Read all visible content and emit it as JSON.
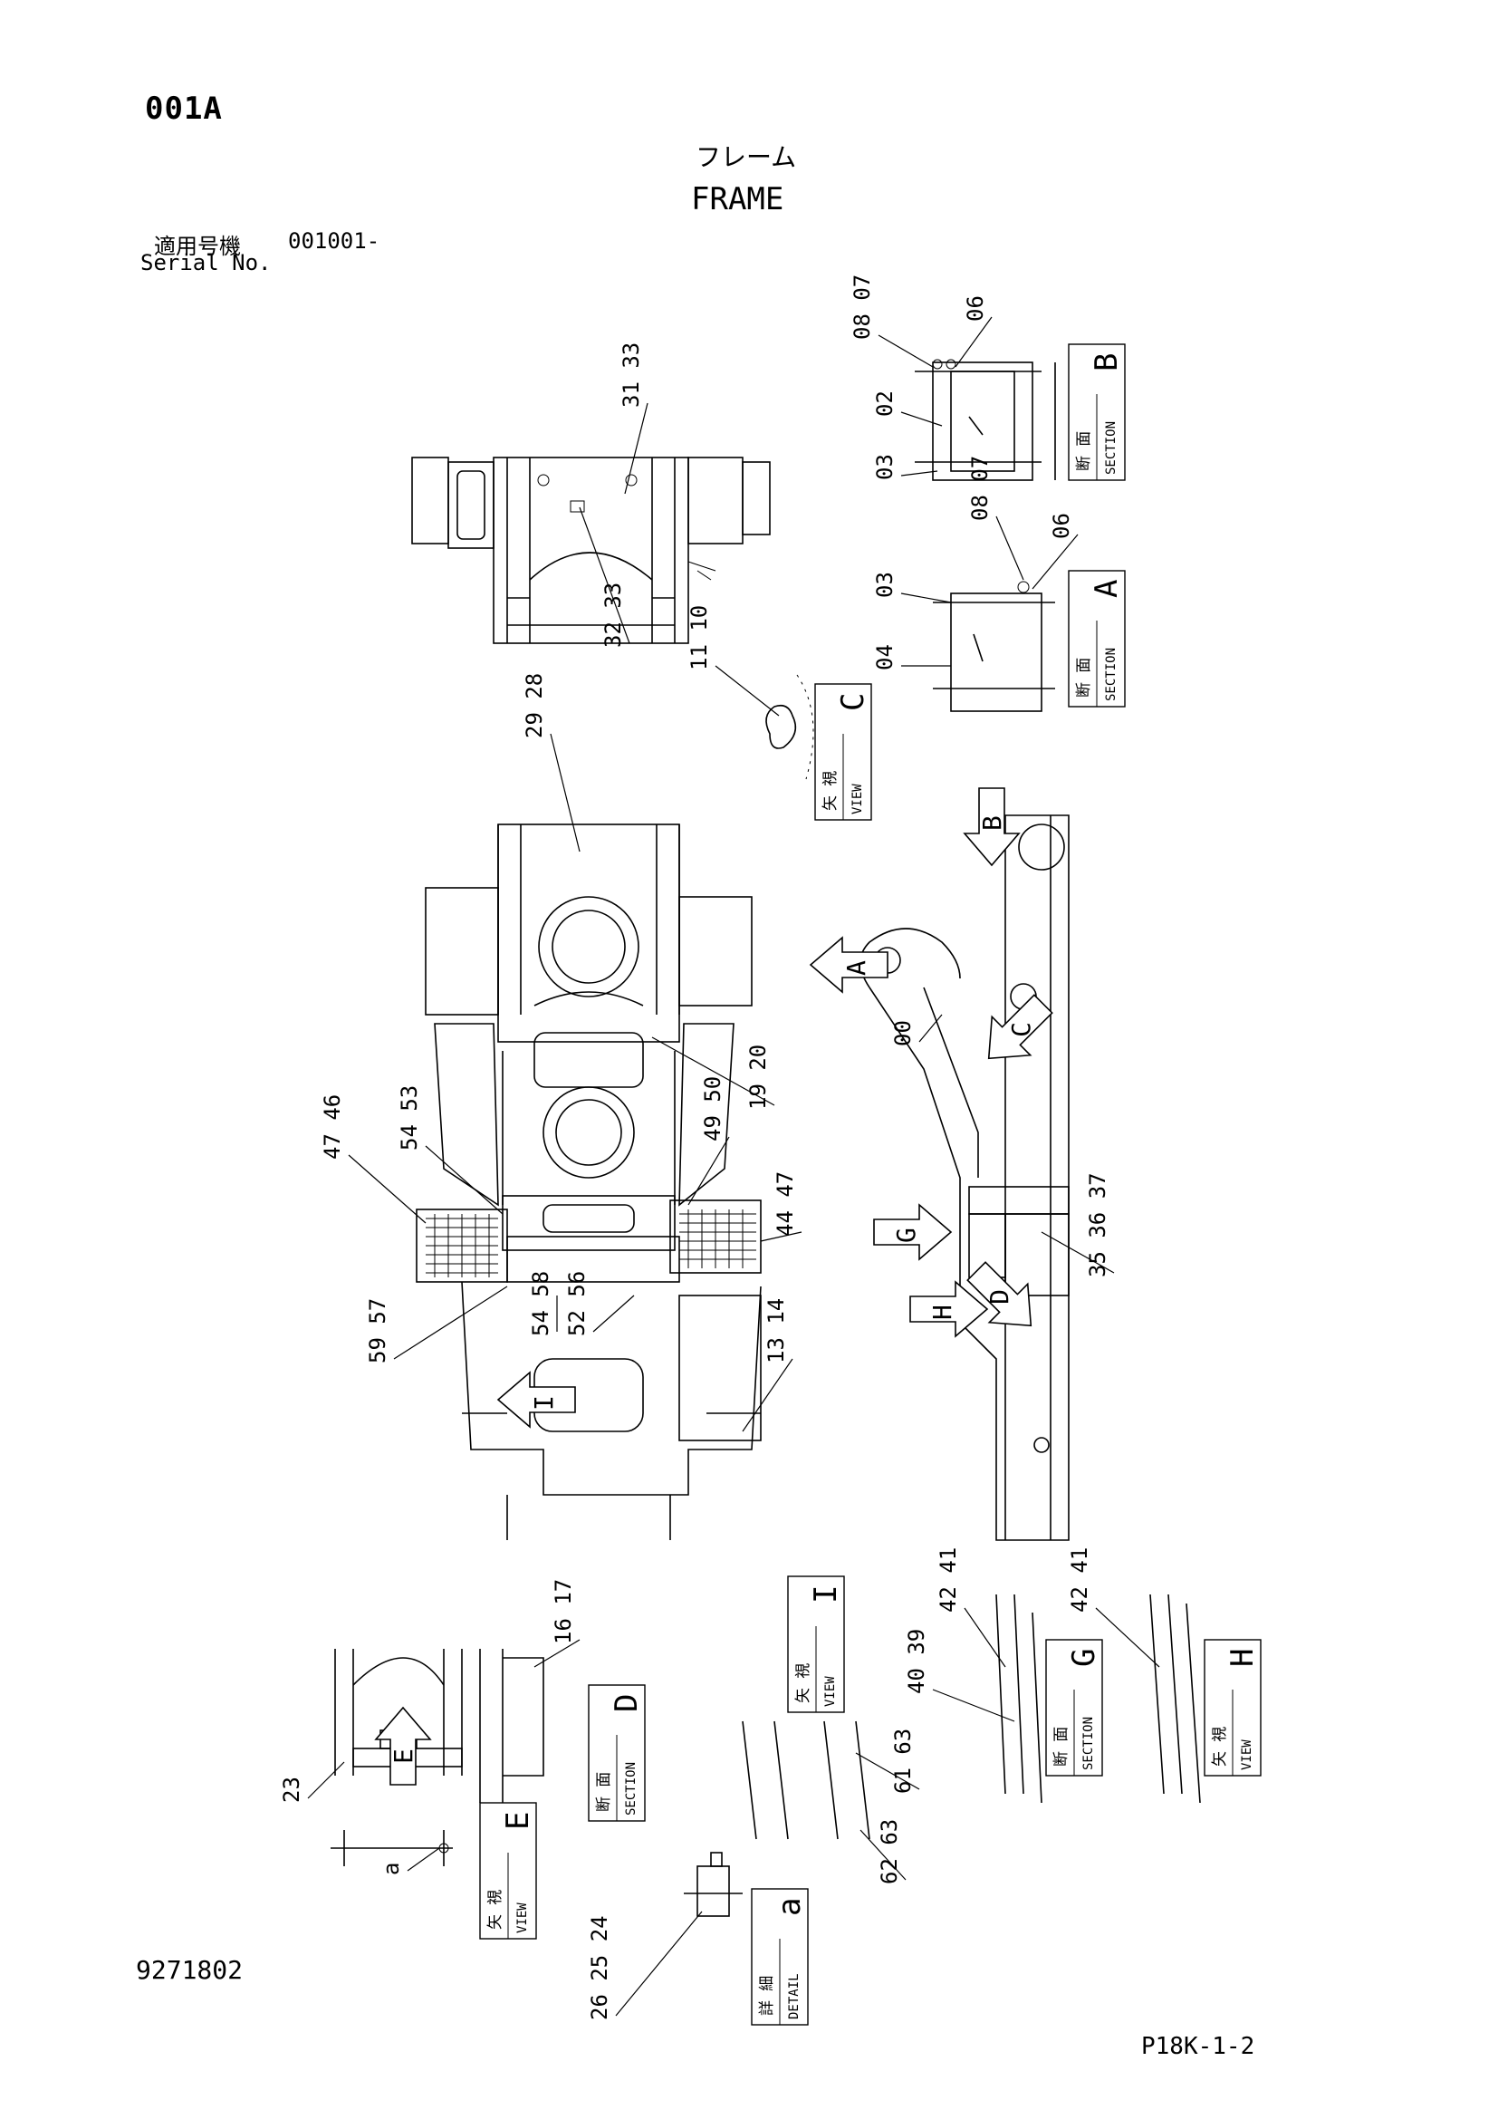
{
  "header": {
    "page_code": "001A",
    "title_jp": "フレーム",
    "title_en": "FRAME",
    "serial_label_jp": "適用号機",
    "serial_label_en": "Serial No.",
    "serial_value": "001001-"
  },
  "footer": {
    "document_number": "9271802",
    "page_reference": "P18K-1-2"
  },
  "view_labels": [
    {
      "id": "section-b",
      "jp": "断 面",
      "en": "SECTION",
      "letter": "B"
    },
    {
      "id": "section-a",
      "jp": "断 面",
      "en": "SECTION",
      "letter": "A"
    },
    {
      "id": "view-c",
      "jp": "矢 視",
      "en": "VIEW",
      "letter": "C"
    },
    {
      "id": "view-i",
      "jp": "矢 視",
      "en": "VIEW",
      "letter": "I"
    },
    {
      "id": "section-g",
      "jp": "断 面",
      "en": "SECTION",
      "letter": "G"
    },
    {
      "id": "view-h",
      "jp": "矢 視",
      "en": "VIEW",
      "letter": "H"
    },
    {
      "id": "section-d",
      "jp": "断 面",
      "en": "SECTION",
      "letter": "D"
    },
    {
      "id": "view-e",
      "jp": "矢 視",
      "en": "VIEW",
      "letter": "E"
    },
    {
      "id": "detail-a",
      "jp": "詳 細",
      "en": "DETAIL",
      "letter": "a"
    }
  ],
  "arrow_markers": [
    "A",
    "B",
    "C",
    "D",
    "E",
    "G",
    "H",
    "I"
  ],
  "callouts": [
    {
      "id": "c-08-07",
      "text": "08 07"
    },
    {
      "id": "c-06a",
      "text": "06"
    },
    {
      "id": "c-02",
      "text": "02"
    },
    {
      "id": "c-03a",
      "text": "03"
    },
    {
      "id": "c-08-07b",
      "text": "08 07"
    },
    {
      "id": "c-06b",
      "text": "06"
    },
    {
      "id": "c-03b",
      "text": "03"
    },
    {
      "id": "c-04",
      "text": "04"
    },
    {
      "id": "c-31-33",
      "text": "31 33"
    },
    {
      "id": "c-32-33",
      "text": "32 33"
    },
    {
      "id": "c-11-10",
      "text": "11 10"
    },
    {
      "id": "c-29-28",
      "text": "29 28"
    },
    {
      "id": "c-00",
      "text": "00"
    },
    {
      "id": "c-19-20",
      "text": "19 20"
    },
    {
      "id": "c-47-46",
      "text": "47 46"
    },
    {
      "id": "c-54-53",
      "text": "54 53"
    },
    {
      "id": "c-49-50",
      "text": "49 50"
    },
    {
      "id": "c-44-47",
      "text": "44 47"
    },
    {
      "id": "c-35-36-37",
      "text": "35 36 37"
    },
    {
      "id": "c-59-57",
      "text": "59 57"
    },
    {
      "id": "c-54-58",
      "text": "54 58"
    },
    {
      "id": "c-52-56",
      "text": "52 56"
    },
    {
      "id": "c-13-14",
      "text": "13 14"
    },
    {
      "id": "c-42-41a",
      "text": "42 41"
    },
    {
      "id": "c-40-39",
      "text": "40 39"
    },
    {
      "id": "c-42-41b",
      "text": "42 41"
    },
    {
      "id": "c-16-17",
      "text": "16 17"
    },
    {
      "id": "c-23",
      "text": "23"
    },
    {
      "id": "c-a",
      "text": "a"
    },
    {
      "id": "c-61-63",
      "text": "61 63"
    },
    {
      "id": "c-62-63",
      "text": "62 63"
    },
    {
      "id": "c-26-25-24",
      "text": "26 25 24"
    }
  ]
}
